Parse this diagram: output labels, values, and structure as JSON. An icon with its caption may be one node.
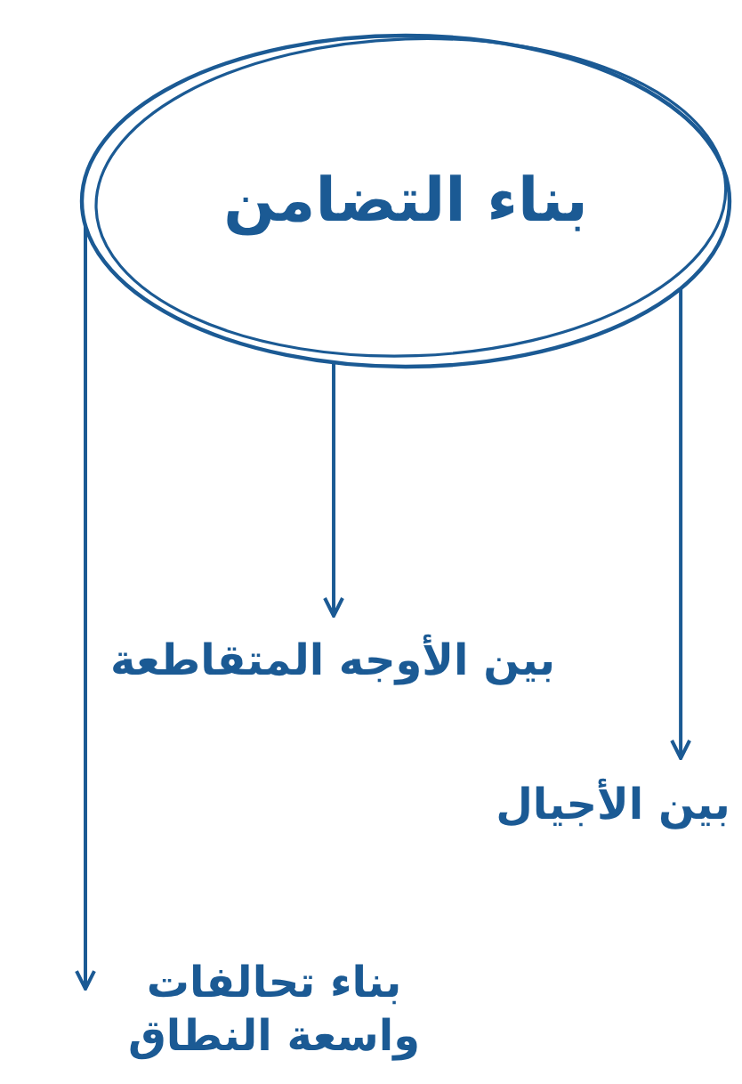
{
  "diagram": {
    "nodes": [
      {
        "text": [
          "بناء التضامن"
        ]
      },
      {
        "text": [
          "بين الأوجه المتقاطعة"
        ]
      },
      {
        "text": [
          "بين الأجيال"
        ]
      },
      {
        "text": [
          "بناء تحالفات واسعة النطاق"
        ]
      }
    ],
    "edges": [
      {
        "from": 0,
        "to": 1,
        "arrow": "to"
      },
      {
        "from": 0,
        "to": 2,
        "arrow": "to"
      },
      {
        "from": 0,
        "to": 3,
        "arrow": "to"
      }
    ]
  }
}
